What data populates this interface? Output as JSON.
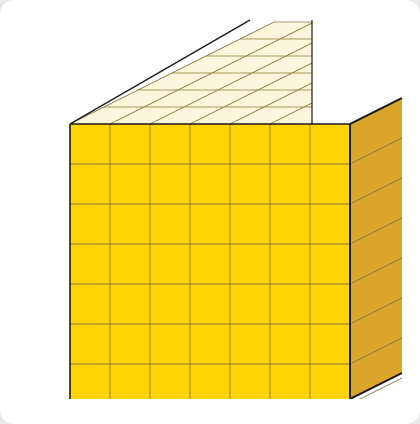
{
  "figure": {
    "kind": "partial cube of unit squares",
    "front_face": {
      "columns": 7,
      "rows": 7,
      "visible_rows": 7
    },
    "top_face": {
      "columns": 7,
      "rows": 6
    },
    "side_face": {
      "columns": 6,
      "rows": 7
    },
    "colors": {
      "front": "#FFD400",
      "top": "#FEF6DC",
      "side": "#DAA52A",
      "grid_line": "#8a7a3c",
      "outline": "#1a1a1a",
      "card": "#ffffff",
      "background": "#e9e9e9"
    }
  }
}
